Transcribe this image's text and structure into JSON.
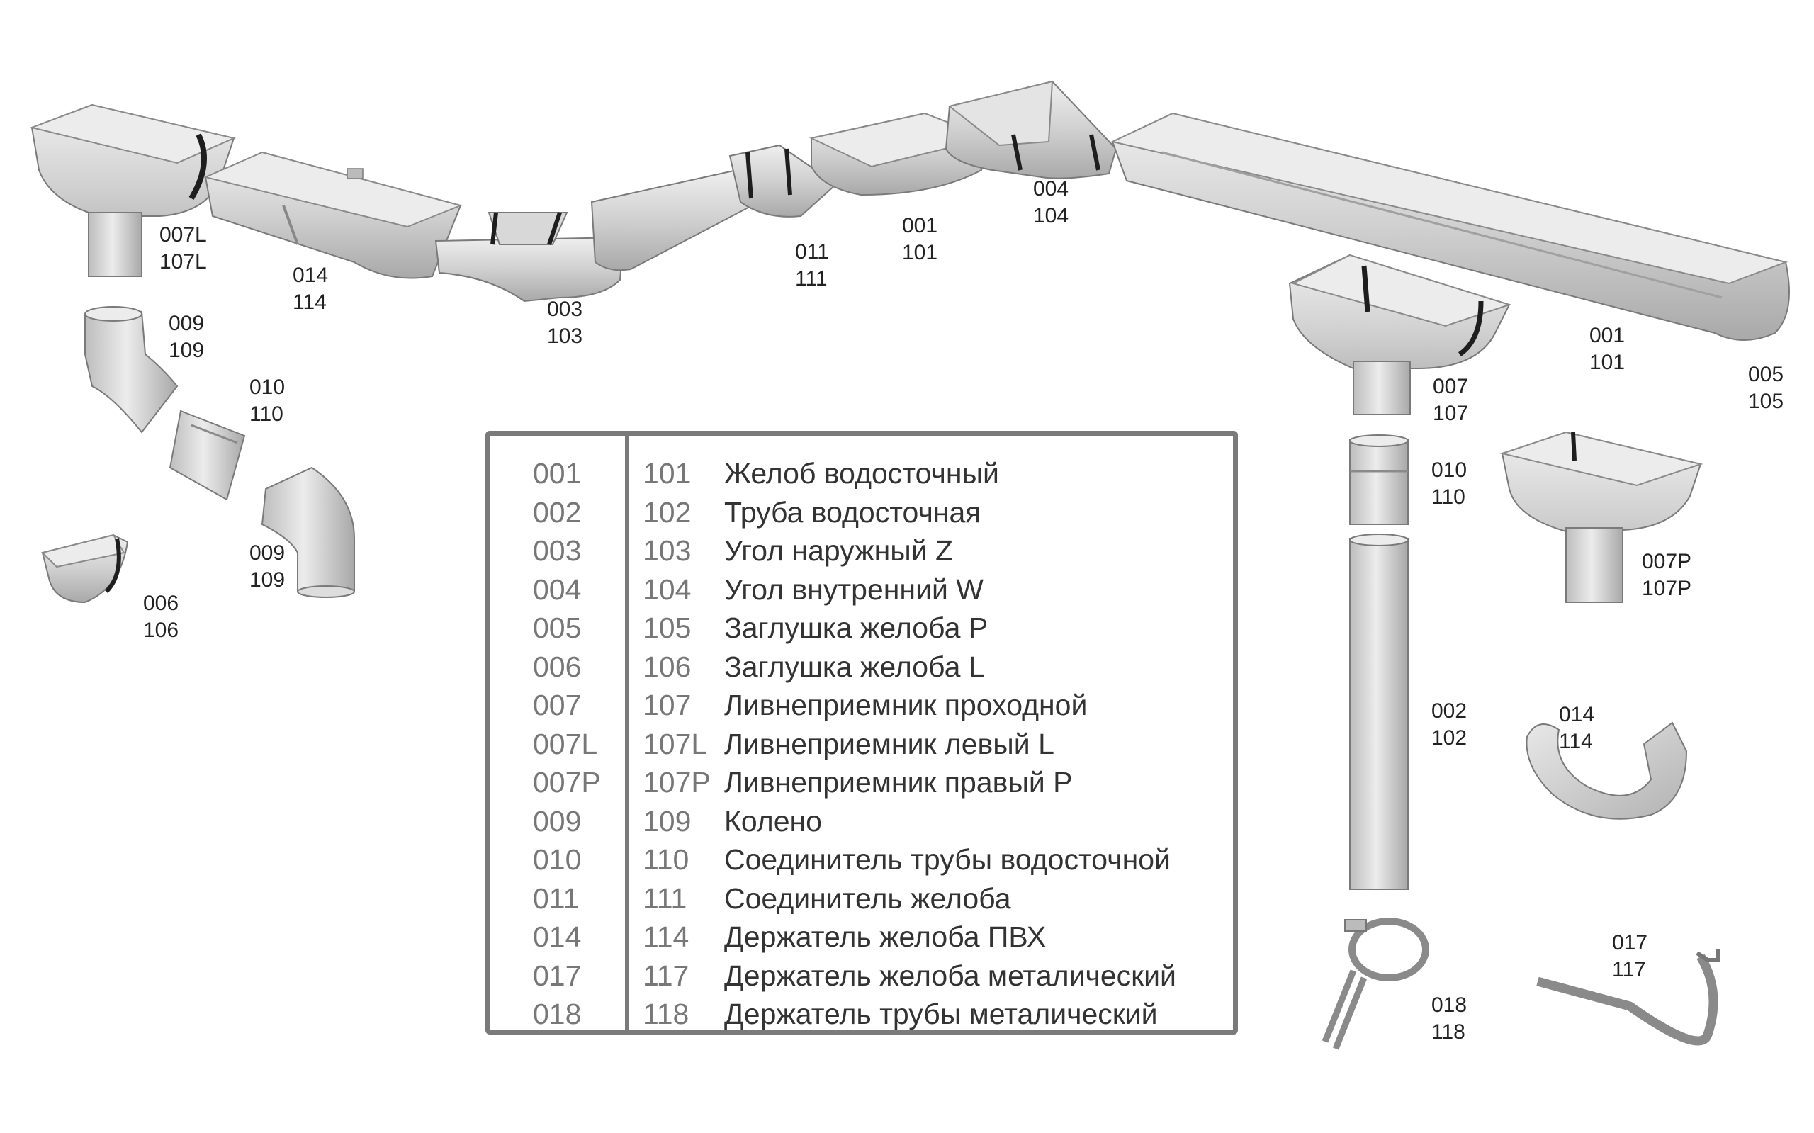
{
  "labels": [
    {
      "id": "007L",
      "line1": "007L",
      "line2": "107L"
    },
    {
      "id": "014a",
      "line1": "014",
      "line2": "114"
    },
    {
      "id": "003",
      "line1": "003",
      "line2": "103"
    },
    {
      "id": "011",
      "line1": "011",
      "line2": "111"
    },
    {
      "id": "001a",
      "line1": "001",
      "line2": "101"
    },
    {
      "id": "004",
      "line1": "004",
      "line2": "104"
    },
    {
      "id": "009a",
      "line1": "009",
      "line2": "109"
    },
    {
      "id": "010a",
      "line1": "010",
      "line2": "110"
    },
    {
      "id": "009b",
      "line1": "009",
      "line2": "109"
    },
    {
      "id": "006",
      "line1": "006",
      "line2": "106"
    },
    {
      "id": "007",
      "line1": "007",
      "line2": "107"
    },
    {
      "id": "001b",
      "line1": "001",
      "line2": "101"
    },
    {
      "id": "005",
      "line1": "005",
      "line2": "105"
    },
    {
      "id": "010b",
      "line1": "010",
      "line2": "110"
    },
    {
      "id": "007P",
      "line1": "007P",
      "line2": "107P"
    },
    {
      "id": "002",
      "line1": "002",
      "line2": "102"
    },
    {
      "id": "014b",
      "line1": "014",
      "line2": "114"
    },
    {
      "id": "017",
      "line1": "017",
      "line2": "117"
    },
    {
      "id": "018",
      "line1": "018",
      "line2": "118"
    }
  ],
  "legend": {
    "rows": [
      {
        "code_a": "001",
        "code_b": "101",
        "name": "Желоб водосточный"
      },
      {
        "code_a": "002",
        "code_b": "102",
        "name": "Труба водосточная"
      },
      {
        "code_a": "003",
        "code_b": "103",
        "name": "Угол наружный Z"
      },
      {
        "code_a": "004",
        "code_b": "104",
        "name": "Угол внутренний W"
      },
      {
        "code_a": "005",
        "code_b": "105",
        "name": "Заглушка желоба P"
      },
      {
        "code_a": "006",
        "code_b": "106",
        "name": "Заглушка желоба L"
      },
      {
        "code_a": "007",
        "code_b": "107",
        "name": "Ливнеприемник проходной"
      },
      {
        "code_a": "007L",
        "code_b": "107L",
        "name": "Ливнеприемник левый L"
      },
      {
        "code_a": "007P",
        "code_b": "107P",
        "name": "Ливнеприемник правый P"
      },
      {
        "code_a": "009",
        "code_b": "109",
        "name": "Колено"
      },
      {
        "code_a": "010",
        "code_b": "110",
        "name": "Соединитель трубы водосточной"
      },
      {
        "code_a": "011",
        "code_b": "111",
        "name": "Соединитель желоба"
      },
      {
        "code_a": "014",
        "code_b": "114",
        "name": "Держатель желоба ПВХ"
      },
      {
        "code_a": "017",
        "code_b": "117",
        "name": "Держатель желоба металический"
      },
      {
        "code_a": "018",
        "code_b": "118",
        "name": "Держатель трубы металический"
      }
    ]
  },
  "colors": {
    "part_fill": "#d2d2d2",
    "part_light": "#ececec",
    "part_dark": "#9a9a9a",
    "outline": "#7a7a7a",
    "seal": "#1e1e1e",
    "frame": "#7a7a7a"
  }
}
